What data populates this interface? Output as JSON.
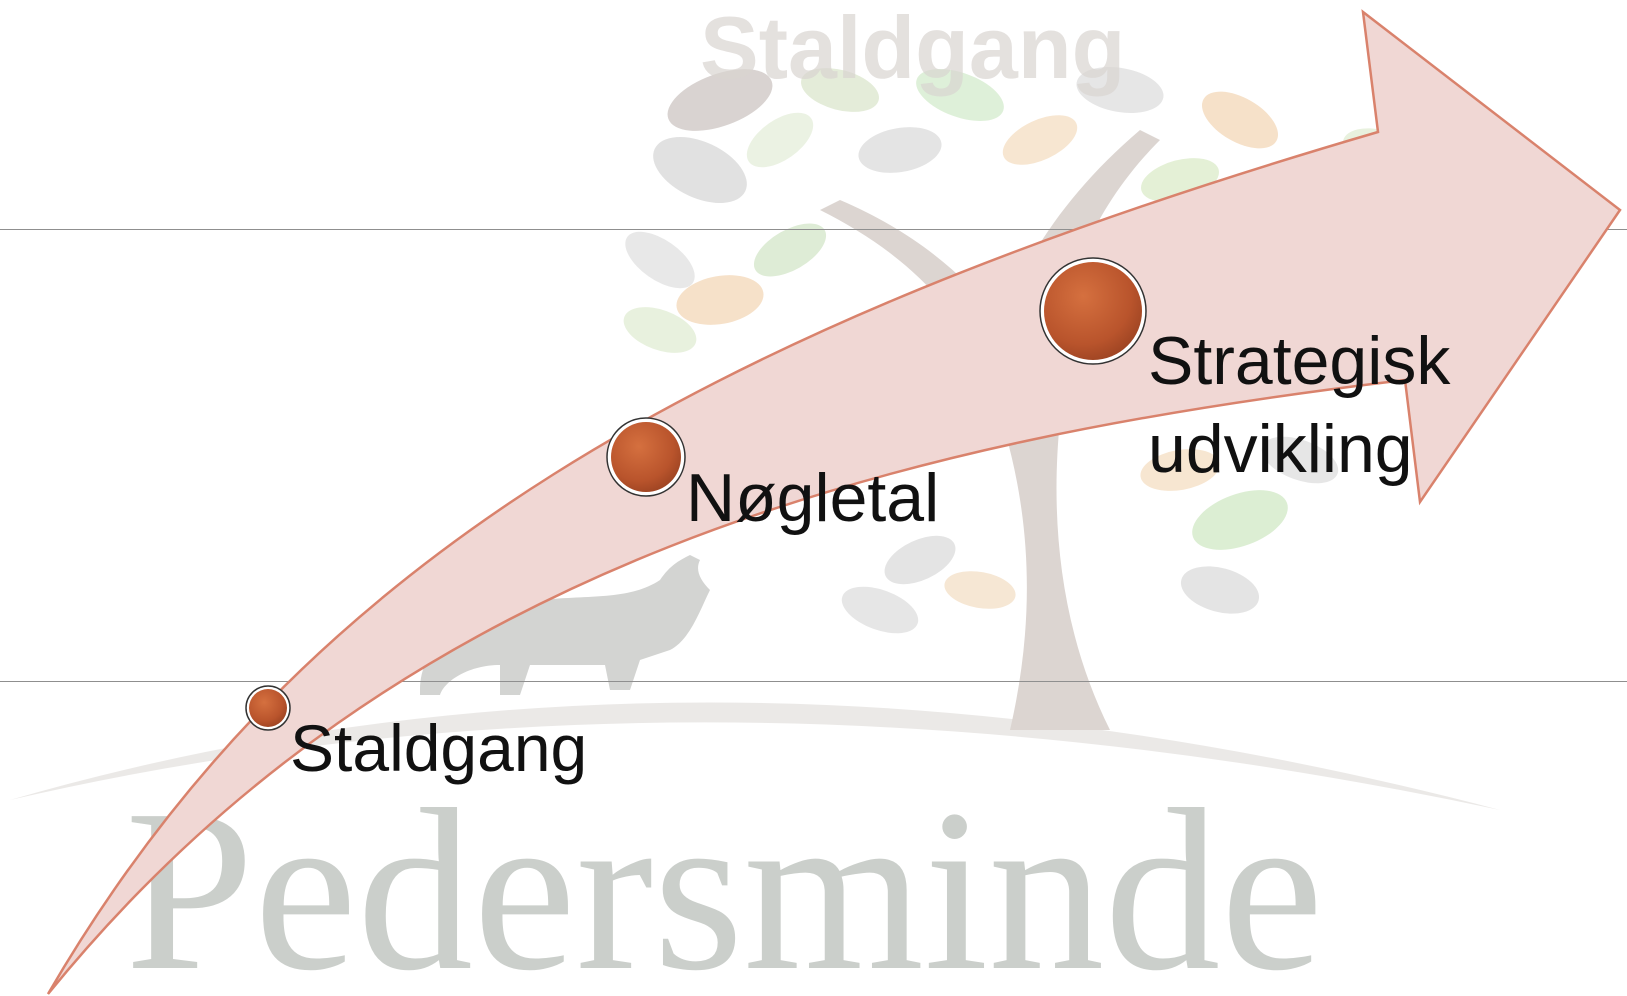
{
  "watermark": {
    "top_text": "Staldgang",
    "brand_text": "Pedersminde"
  },
  "diagram": {
    "stages": [
      {
        "label": "Staldgang"
      },
      {
        "label": "Nøgletal"
      },
      {
        "label_line1": "Strategisk",
        "label_line2": "udvikling"
      }
    ]
  },
  "colors": {
    "arrow_fill": "#f0d7d4",
    "arrow_stroke": "#d9826c",
    "marker_fill": "#b9542c",
    "watermark_text": "#c9ceca",
    "trunk": "#d8d2ce",
    "rule": "#8f8f8f"
  }
}
